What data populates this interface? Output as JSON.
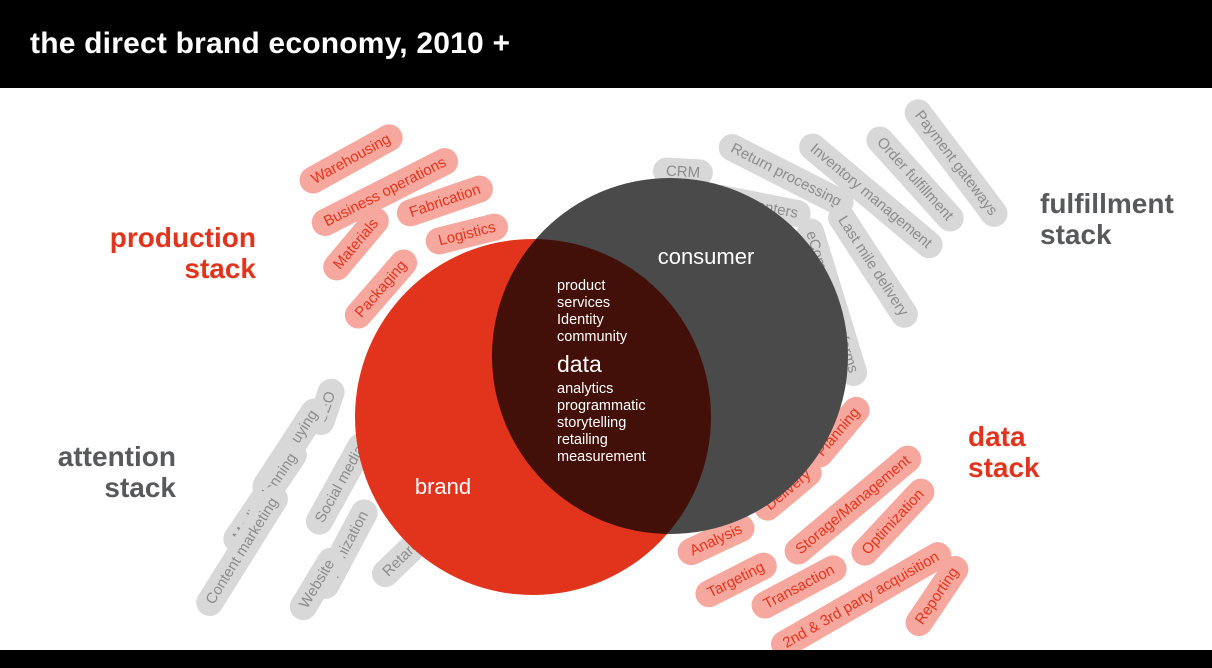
{
  "header": {
    "title": "the direct brand economy, 2010 +"
  },
  "venn": {
    "brand_circle_label": "brand",
    "consumer_circle_label": "consumer",
    "overlap": {
      "top_lines": [
        "product",
        "services",
        "Identity",
        "community"
      ],
      "center_word": "data",
      "bottom_lines": [
        "analytics",
        "programmatic",
        "storytelling",
        "retailing",
        "measurement"
      ]
    }
  },
  "stacks": {
    "production": {
      "heading": [
        "production",
        "stack"
      ],
      "items": [
        "Warehousing",
        "Business operations",
        "Fabrication",
        "Materials",
        "Logistics",
        "Packaging"
      ]
    },
    "fulfillment": {
      "heading": [
        "fulfillment",
        "stack"
      ],
      "items": [
        "CRM",
        "Call centers",
        "Return processing",
        "Inventory management",
        "Order fulfillment",
        "Payment gateways",
        "Last mile delivery",
        "eCommerce platforms"
      ]
    },
    "attention": {
      "heading": [
        "attention",
        "stack"
      ],
      "items": [
        "SEO",
        "Media buying",
        "Media planning",
        "Content marketing",
        "Social media",
        "Optimization",
        "Website",
        "Retargeting"
      ]
    },
    "data": {
      "heading": [
        "data",
        "stack"
      ],
      "items": [
        "Analysis",
        "Delivery",
        "Planning",
        "Targeting",
        "Storage/Management",
        "Optimization",
        "Transaction",
        "2nd & 3rd party acquisition",
        "Reporting"
      ]
    }
  },
  "colors": {
    "header_bg": "#000000",
    "brand_red": "#e2341c",
    "consumer_gray": "#4a4a4b",
    "overlap_multiply": "#410f08",
    "chip_pink_bg": "#f6a89e",
    "chip_pink_text": "#e2341c",
    "chip_gray_bg": "#d8d8d8",
    "chip_gray_text": "#8c8c8c",
    "heading_gray": "#58595b"
  }
}
